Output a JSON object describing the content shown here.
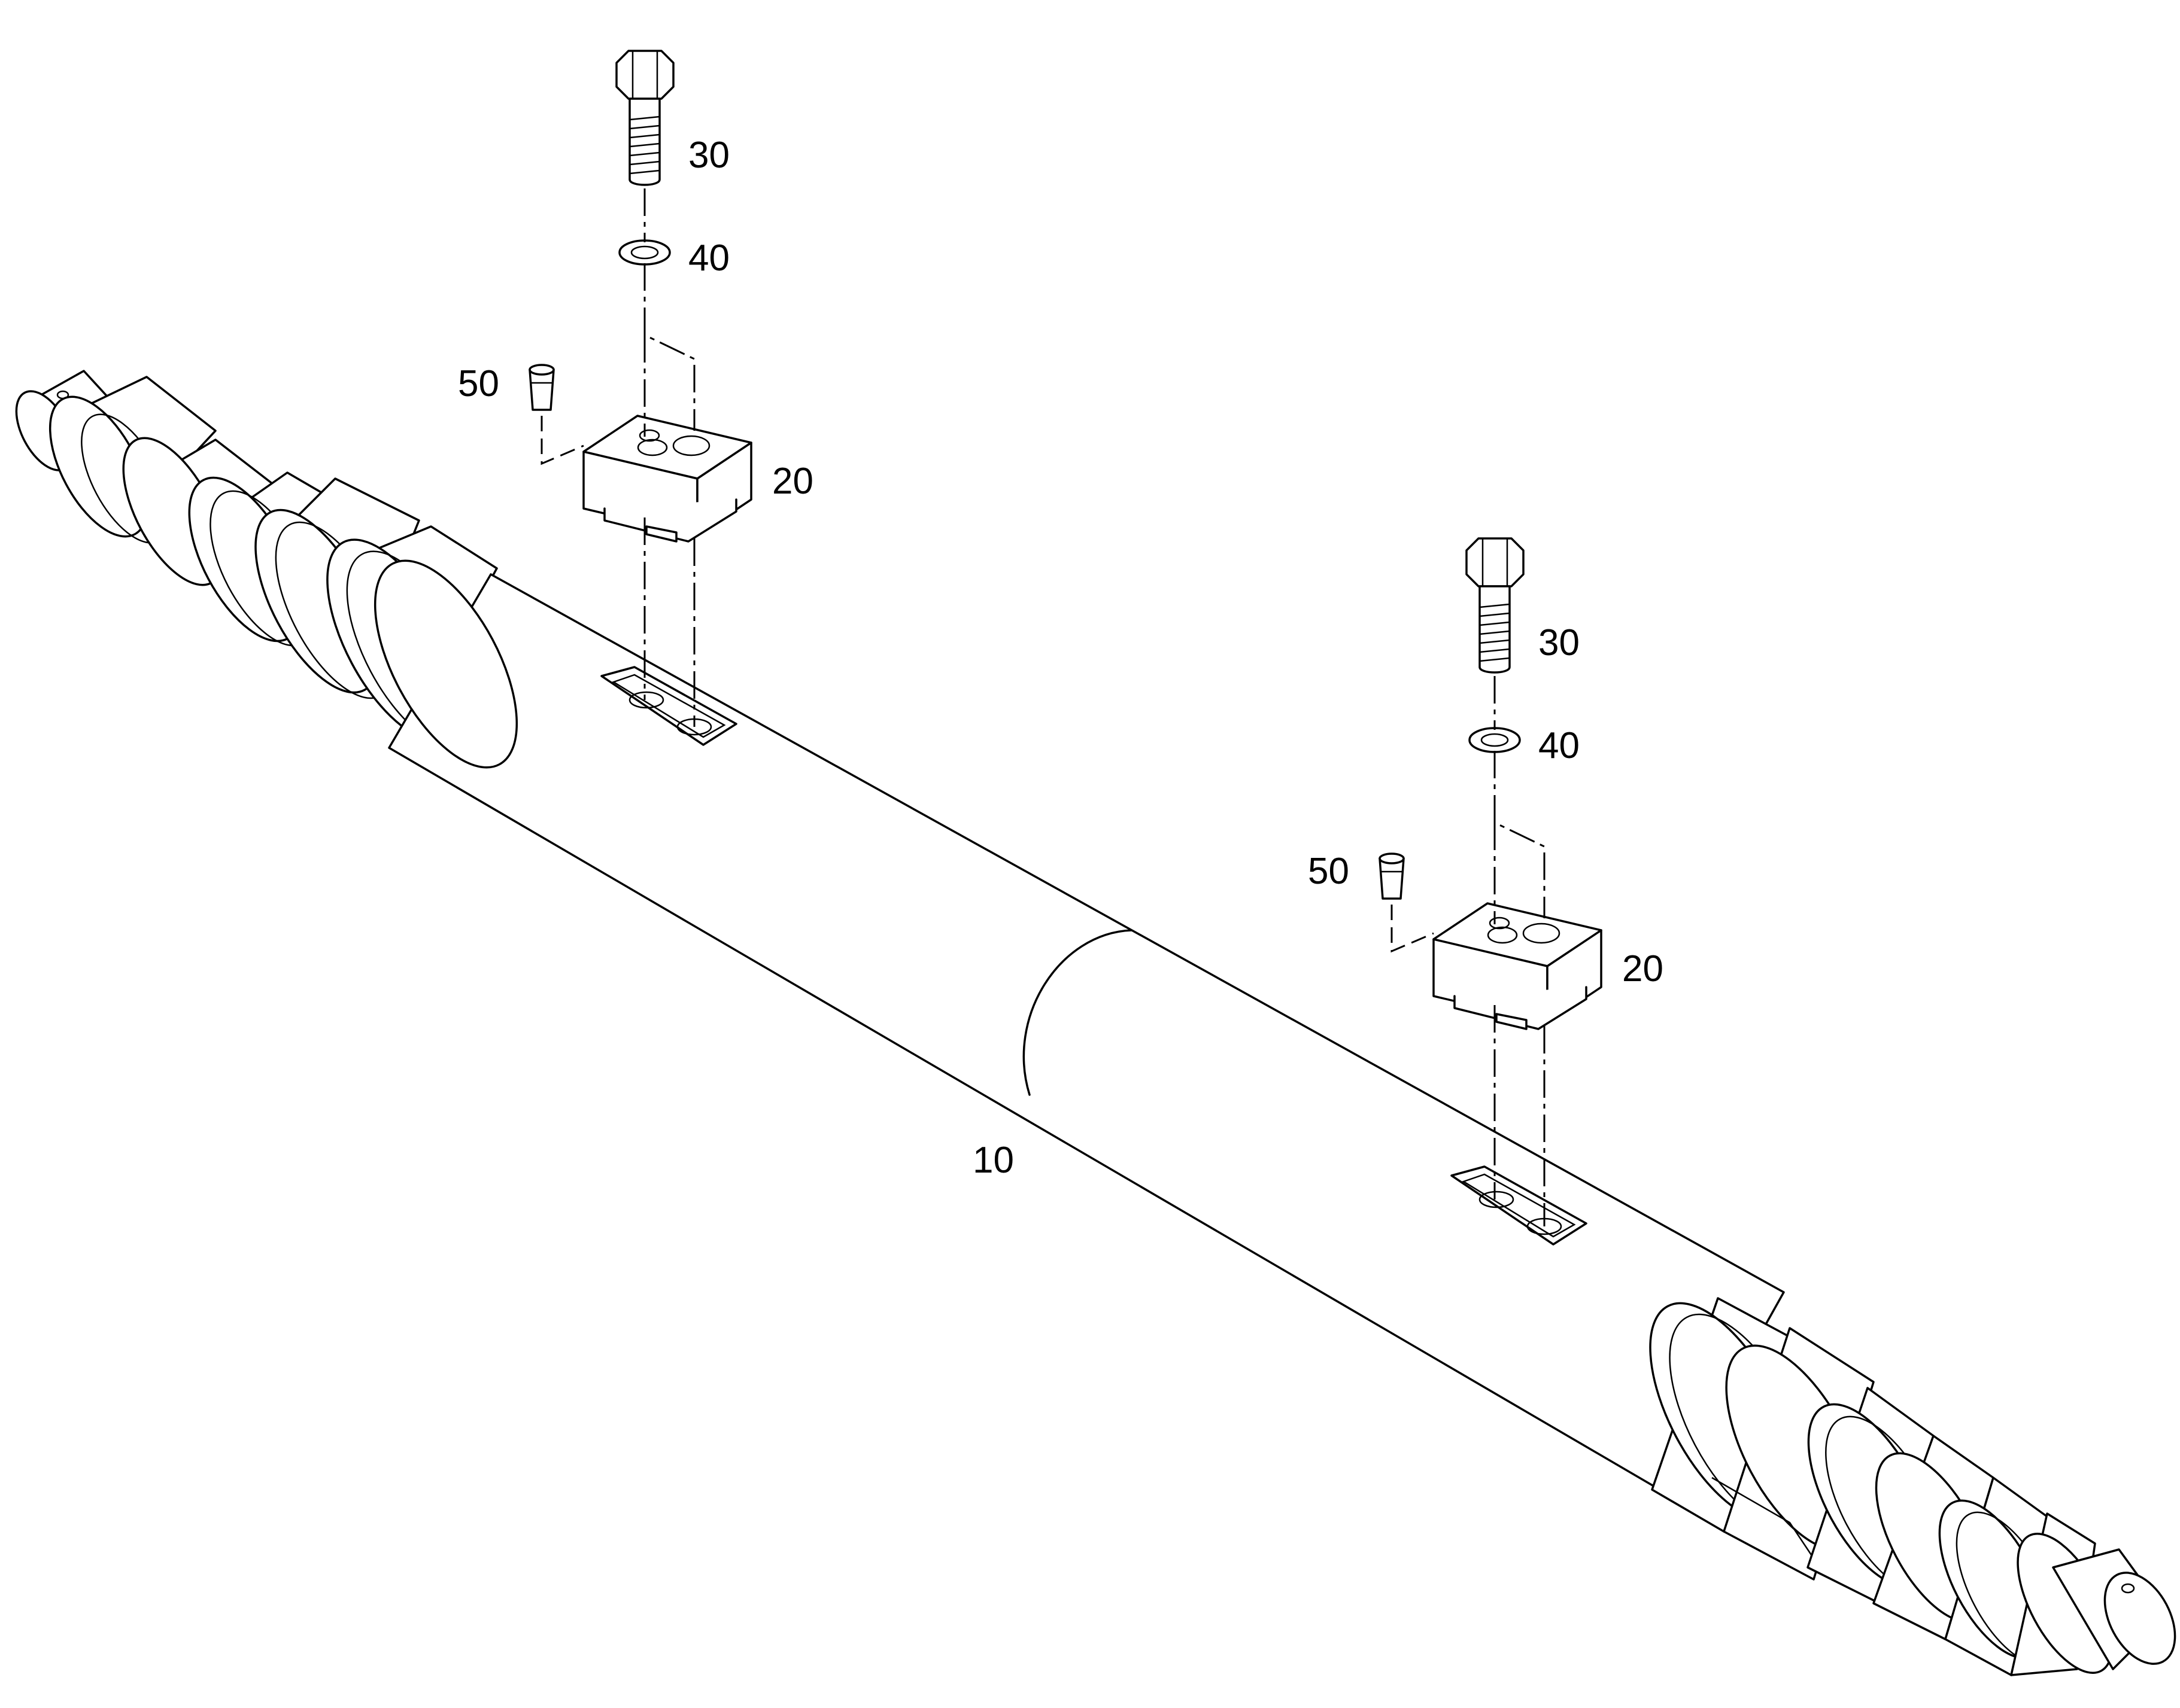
{
  "diagram": {
    "callouts": {
      "shaft": "10",
      "block_left": "20",
      "block_right": "20",
      "bolt_left": "30",
      "bolt_right": "30",
      "washer_left": "40",
      "washer_right": "40",
      "plug_left": "50",
      "plug_right": "50"
    },
    "colors": {
      "line": "#000000",
      "background": "#ffffff"
    }
  }
}
